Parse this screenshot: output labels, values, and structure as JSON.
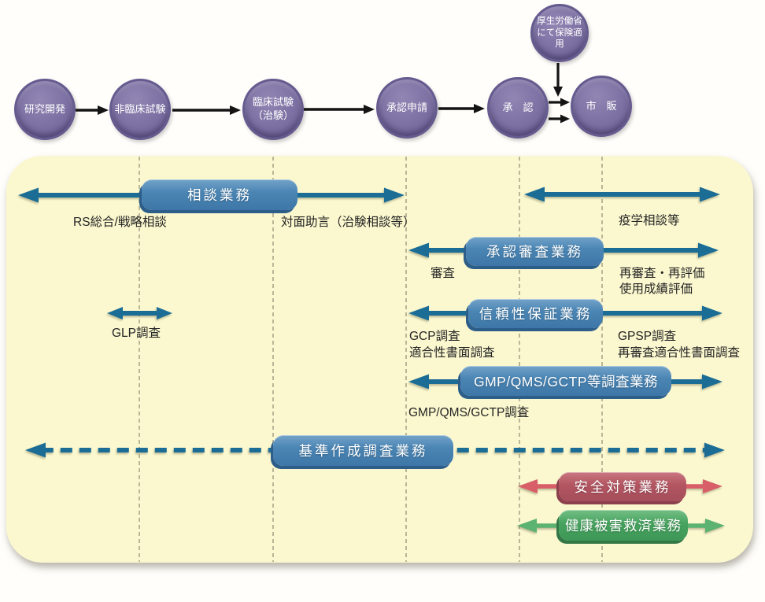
{
  "flow": {
    "steps": [
      {
        "line1": "研究開発"
      },
      {
        "line1": "非臨床試験"
      },
      {
        "line1": "臨床試験",
        "line2": "（治験）"
      },
      {
        "line1": "承認申請"
      },
      {
        "line1": "承　認"
      },
      {
        "line1": "市　販"
      }
    ],
    "mhlw": {
      "line1": "厚生労働省",
      "line2": "にて保険適用"
    }
  },
  "rows": {
    "consult": {
      "title": "相談業務",
      "sub_left": "RS総合/戦略相談",
      "sub_mid": "対面助言（治験相談等）",
      "sub_right": "疫学相談等"
    },
    "review": {
      "title": "承認審査業務",
      "sub_left": "審査",
      "sub_right_line1": "再審査・再評価",
      "sub_right_line2": "使用成績評価"
    },
    "reliability": {
      "title": "信頼性保証業務",
      "glp": "GLP調査",
      "sub_left_line1": "GCP調査",
      "sub_left_line2": "適合性書面調査",
      "sub_right_line1": "GPSP調査",
      "sub_right_line2": "再審査適合性書面調査"
    },
    "gmp": {
      "title": "GMP/QMS/GCTP等調査業務",
      "sub": "GMP/QMS/GCTP調査"
    },
    "standards": {
      "title": "基準作成調査業務"
    },
    "safety": {
      "title": "安全対策業務"
    },
    "relief": {
      "title": "健康被害救済業務"
    }
  },
  "colors": {
    "blue": "#1b6d96",
    "red": "#d85f68",
    "green": "#5cb270",
    "arrow_black": "#141414",
    "dash_line": "#aaa68b",
    "panel_yellow": "#fbf8cf",
    "pill_blue": "#4a85b4",
    "pill_red": "#b25561",
    "pill_green": "#46a35e",
    "circle_purple": "#776b9d"
  }
}
